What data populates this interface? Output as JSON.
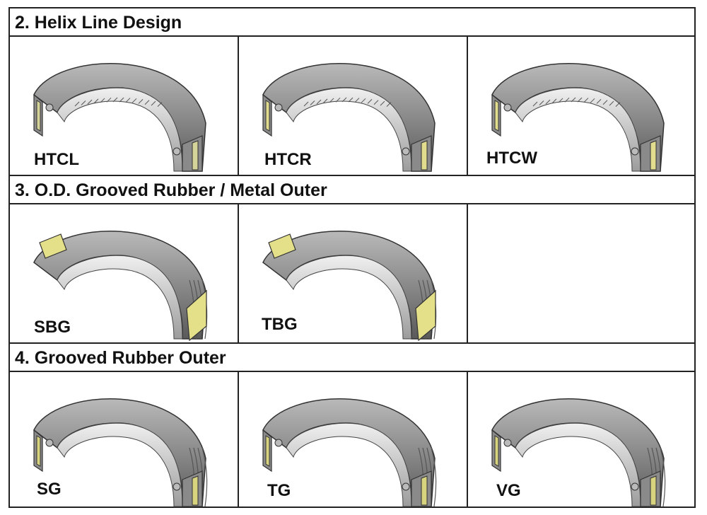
{
  "sections": [
    {
      "title": "2. Helix Line Design",
      "items": [
        {
          "label": "HTCL",
          "style": "helix",
          "metal": "#d4d39a"
        },
        {
          "label": "HTCR",
          "style": "helix",
          "metal": "#e2dd8e"
        },
        {
          "label": "HTCW",
          "style": "helix",
          "metal": "#e2dd8e"
        }
      ]
    },
    {
      "title": "3. O.D. Grooved Rubber / Metal Outer",
      "items": [
        {
          "label": "SBG",
          "style": "metal-outer",
          "metal": "#e4e08a"
        },
        {
          "label": "TBG",
          "style": "metal-outer",
          "metal": "#e4e08a"
        }
      ]
    },
    {
      "title": "4. Grooved Rubber Outer",
      "items": [
        {
          "label": "SG",
          "style": "grooved",
          "metal": "#d7d37f"
        },
        {
          "label": "TG",
          "style": "grooved",
          "metal": "#d7d37f"
        },
        {
          "label": "VG",
          "style": "grooved",
          "metal": "#d7d37f"
        }
      ]
    }
  ],
  "colors": {
    "border": "#222222",
    "rubber": "#8a8a8a",
    "rubber_dark": "#5a5a5a",
    "rubber_light": "#b9b9b9",
    "metal": "#e2dd8e"
  }
}
